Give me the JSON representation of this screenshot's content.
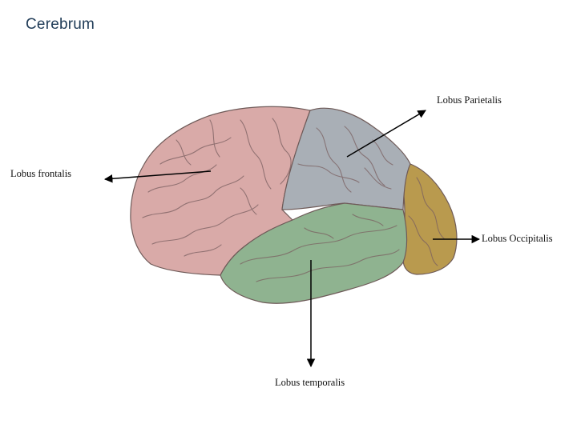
{
  "title": "Cerebrum",
  "labels": {
    "frontal": "Lobus frontalis",
    "parietal": "Lobus Parietalis",
    "occipital": "Lobus Occipitalis",
    "temporal": "Lobus temporalis"
  },
  "colors": {
    "title": "#1f3b57",
    "frontal": "#d9aaa8",
    "parietal": "#a9afb6",
    "occipital": "#b99a4e",
    "temporal": "#8fb390",
    "outline": "#6e5a58",
    "gyri": "#7a5f60",
    "arrow": "#000000"
  }
}
